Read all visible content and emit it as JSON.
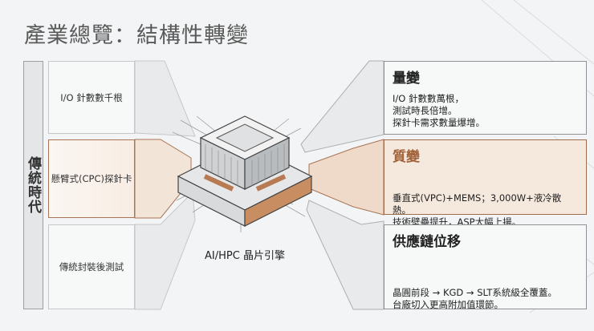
{
  "title": "產業總覽：結構性轉變",
  "traditional": {
    "era_label": "傳統時代",
    "items": [
      "I/O 針數數千根",
      "懸臂式(CPC)探針卡",
      "傳統封裝後測試"
    ]
  },
  "center": {
    "label": "AI/HPC 晶片引擎"
  },
  "changes": [
    {
      "title": "量變",
      "lines": [
        "I/O 針數數萬根，",
        "測試時長倍增。",
        "探針卡需求數量爆增。"
      ]
    },
    {
      "title": "質變",
      "lines": [
        "垂直式(VPC)+MEMS；3,000W+液冷散熱。",
        "技術壁壘提升，ASP大幅上揚。"
      ]
    },
    {
      "title": "供應鏈位移",
      "lines": [
        "晶圓前段 → KGD → SLT系統級全覆蓋。",
        "台廠切入更高附加值環節。"
      ]
    }
  ],
  "colors": {
    "accent": "#a2623c",
    "accent_fill": "#f5e8dd",
    "border": "#8c9296"
  }
}
